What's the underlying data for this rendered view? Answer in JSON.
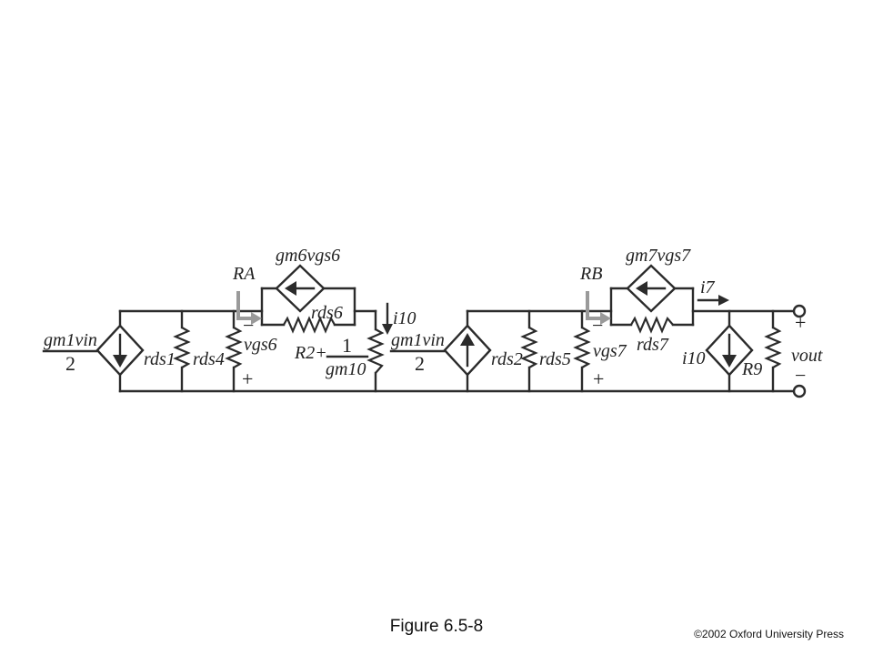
{
  "figure_caption": "Figure 6.5-8",
  "copyright": "©2002 Oxford University Press",
  "circuit": {
    "labels": {
      "gm1vin_left_num": "gm1vin",
      "gm1vin_left_den": "2",
      "rds1": "rds1",
      "rds4": "rds4",
      "vgs6": "vgs6",
      "RA": "RA",
      "gm6vgs6": "gm6vgs6",
      "rds6": "rds6",
      "R2_plus": "R2+",
      "one": "1",
      "gm10": "gm10",
      "i10_top": "i10",
      "gm1vin_mid_num": "gm1vin",
      "gm1vin_mid_den": "2",
      "rds2": "rds2",
      "rds5": "rds5",
      "vgs7": "vgs7",
      "RB": "RB",
      "gm7vgs7": "gm7vgs7",
      "i7": "i7",
      "rds7": "rds7",
      "i10_right": "i10",
      "R9": "R9",
      "vout": "vout",
      "plus": "+",
      "minus": "−"
    }
  }
}
